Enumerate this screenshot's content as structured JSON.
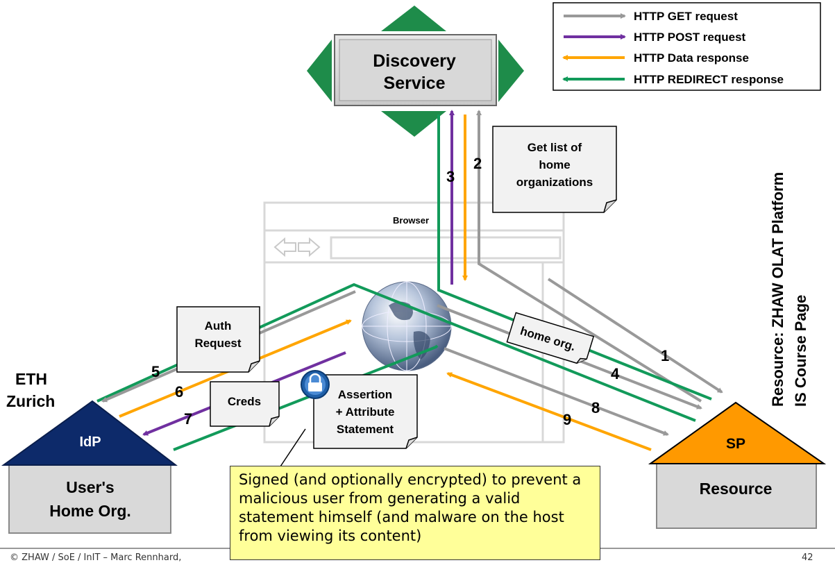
{
  "legend": {
    "get": "HTTP GET request",
    "post": "HTTP POST request",
    "data": "HTTP Data response",
    "redirect": "HTTP REDIRECT response"
  },
  "discovery": {
    "line1": "Discovery",
    "line2": "Service"
  },
  "browser_label": "Browser",
  "notes": {
    "get_list": [
      "Get list of",
      "home",
      "organizations"
    ],
    "auth_request": [
      "Auth",
      "Request"
    ],
    "creds": "Creds",
    "assertion": [
      "Assertion",
      "+ Attribute",
      "Statement"
    ],
    "home_org": "home org."
  },
  "idp": {
    "label": "IdP",
    "house": [
      "User's",
      "Home Org."
    ],
    "org": [
      "ETH",
      "Zurich"
    ]
  },
  "sp": {
    "label": "SP",
    "house": "Resource",
    "vertical": [
      "Resource: ZHAW OLAT Platform",
      "IS Course Page"
    ]
  },
  "steps": [
    "1",
    "2",
    "3",
    "4",
    "5",
    "6",
    "7",
    "8",
    "9"
  ],
  "callout": "Signed (and optionally encrypted) to prevent a malicious user from generating a valid statement himself (and malware on the host from viewing its content)",
  "footer": "© ZHAW / SoE / InIT – Marc Rennhard, ",
  "page_number": "42",
  "colors": {
    "get": "#999999",
    "post": "#7030a0",
    "data": "#ffa500",
    "redirect": "#129a5a",
    "idp": "#0d2a6a",
    "sp": "#ff9900",
    "diamond": "#1e8c4a"
  }
}
